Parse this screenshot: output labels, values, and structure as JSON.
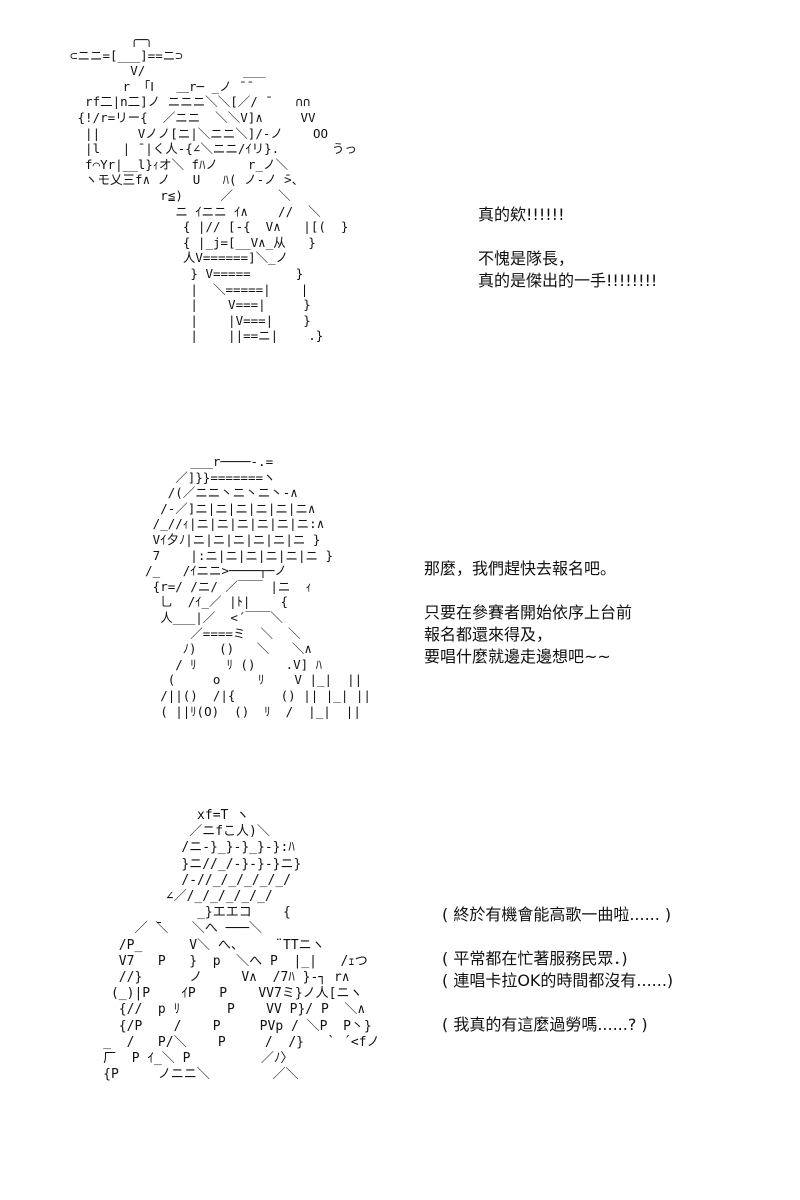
{
  "panels": [
    {
      "art": "        ╭─╮\n⊂ニニ=[___]==ニ⊃\n        V/             ___\n       r 「Ⅰ   ＿r─ _ノ ̄ ̄\n  rf二|n二]ノ ニニニ＼＼[／/ ̄    ∩∩\n {!/r=リー{  ／ニニ  ＼＼V]∧     VV\n  ||     Vノノ[ニ|＼ニニ＼]/-ノ    OO\n  |l   | ̄ |く人-{∠＼ニニ/ｲリ}.       うっ\n  f⌒Yr|__l}ｨオ＼ fﾊノ    r_ノ＼\n  ヽモ乂三f∧ ノ   U   ﾊ( ノ-ノ ̄>、\n            r≦)     ／      ＼\n              ニ ｲニニ ｲ∧    //  ＼\n               { |// [-{  V∧   |[(  }\n               { |_j=[__V∧_从   }\n               人V======]＼_ノ\n                } V=====      }\n                |  ＼=====|    |\n                |    V===|     }\n                |    |V===|    }\n                |    ||==ニ|    .}",
      "lines": [
        "真的欸!!!!!!",
        "",
        "不愧是隊長，",
        "真的是傑出的一手!!!!!!!!"
      ]
    },
    {
      "art": "            ___r────-.=\n          ／]}}=======ヽ\n         /(／ニニ丶ニ丶ニ丶-∧\n        /-／]ニ|ニ|ニ|ニ|ニ|ニ∧\n       /_//ｨ|ニ|ニ|ニ|ニ|ニ|ニ:∧\n       Vｲ夕ﾉ|ニ|ニ|ニ|ニ|ニ|ニ }\n       7    |:ニ|ニ|ニ|ニ|ニ|ニ }\n      /_   /ｲニニ>────┬─ノ\n       {r=/ /ニ/ ／￣￣ |ニ  ｨ\n        乚  /ｲ_／ |ﾄ|    {\n        人___|／  <´￣￣＼\n            ／====ミ  ＼  ＼\n           ﾉ)   ()   ＼   ＼∧\n          / ﾘ    ﾘ ()    .V] ﾊ\n         (     o     ﾘ    V |_|  ||\n        /||()  /|{      () || |_| ||\n        ( ||ﾘ(O)  ()  ﾘ  /  |_|  ||",
      "lines": [
        "那麼，我們趕快去報名吧。",
        "",
        "只要在參賽者開始依序上台前",
        "報名都還來得及，",
        "要唱什麼就邊走邊想吧~~"
      ]
    },
    {
      "art": "                 xf=T ヽ\n                ／ニfこ人)＼\n               /ニ-}_}-}_}-}:ﾊ\n               }ニ//_/-}-}-}ニ}\n               /-//_/_/_/_/_/\n             ∠／/_/_/_/_/_/\n                 _}エエコ    {\n         ／ ̄＼   ＼へ ───＼\n       /P_      V＼ へ、    ¨TTニヽ\n       V7   P   }  p  ＼へ P  |_|   /ｪつ\n       //}      ノ     V∧  /7ﾊ }-┐ r∧\n      (_)|P    ｲP   P    VV7ミ}ノ人[ニヽ\n       {//  p ﾘ      P    VV P}/ P  ＼∧\n       {/P    /    P     PVp / ＼P  P丶}\n     _  /   P/＼    P     /  /}   ` ´<fノ\n     厂  P ｲ_＼ P         ／ﾉ〉\n     {P     ノニニ＼        ／＼",
      "lines": [
        "( 終於有機會能高歌一曲啦...... )",
        "",
        "( 平常都在忙著服務民眾．)",
        "( 連唱卡拉OK的時間都沒有......)",
        "",
        "( 我真的有這麼過勞嗎......? )"
      ]
    }
  ]
}
